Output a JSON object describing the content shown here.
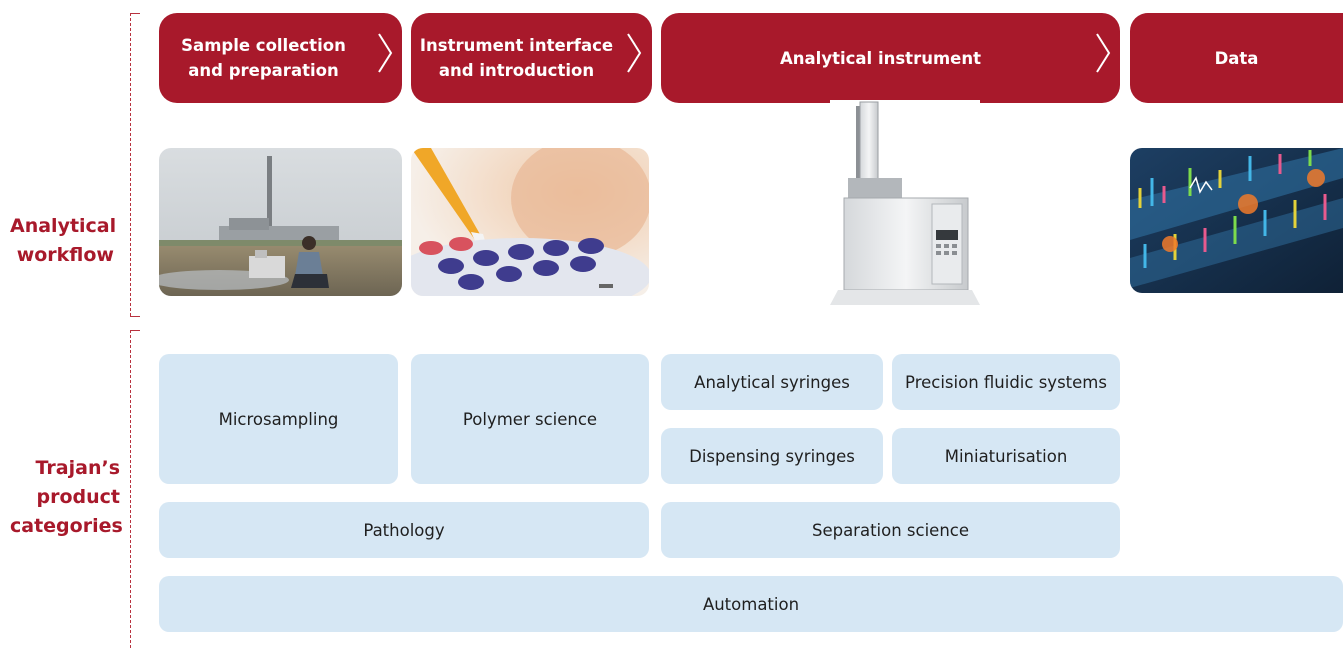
{
  "labels": {
    "workflow": [
      "Analytical",
      "workflow"
    ],
    "categories": [
      "Trajan’s",
      "product",
      "categories"
    ]
  },
  "steps": [
    "Sample collection\nand preparation",
    "Instrument interface\nand introduction",
    "Analytical instrument",
    "Data"
  ],
  "categories": {
    "microsampling": "Microsampling",
    "polymer_science": "Polymer science",
    "analytical_syringes": "Analytical syringes",
    "precision_fluidic_systems": "Precision fluidic systems",
    "dispensing_syringes": "Dispensing syringes",
    "miniaturisation": "Miniaturisation",
    "pathology": "Pathology",
    "separation_science": "Separation science",
    "automation": "Automation"
  },
  "colors": {
    "accent": "#a8192b",
    "category_fill": "#d6e7f4"
  }
}
